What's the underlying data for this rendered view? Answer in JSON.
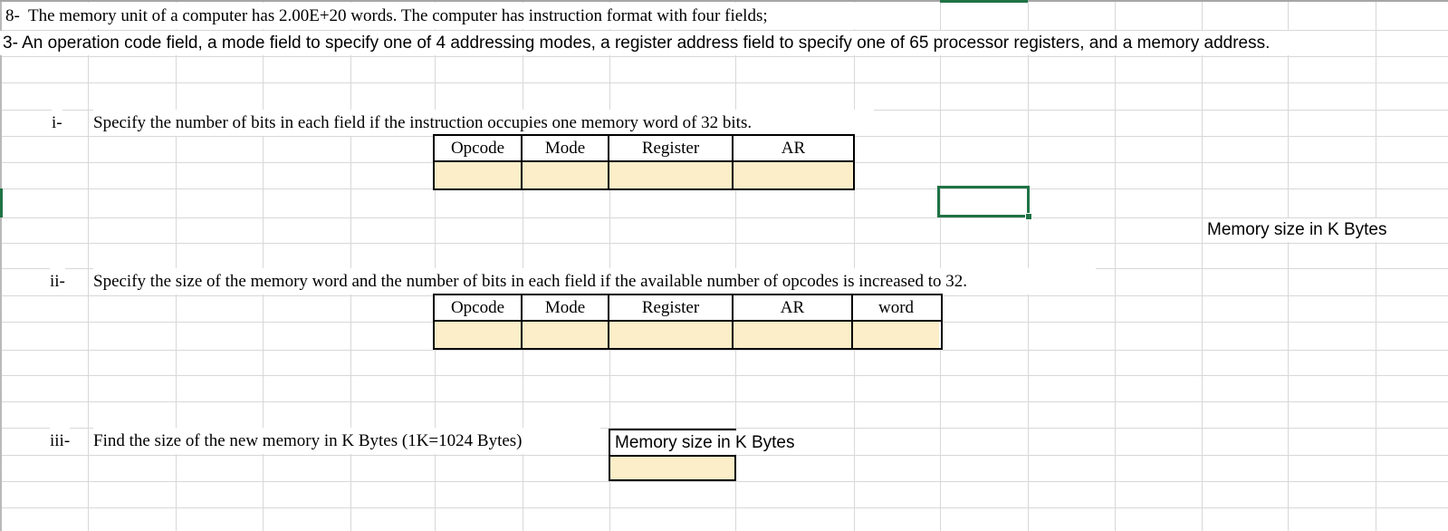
{
  "problem": {
    "line1": "8-  The memory unit of a computer has 2.00E+20 words. The computer has instruction format with four fields;",
    "line2": "3- An operation code field, a mode field to specify one of 4 addressing modes, a register address field to specify one of 65 processor registers, and a memory address."
  },
  "questions": [
    {
      "marker": "i-",
      "text": "Specify the number of bits in each field if the instruction occupies one memory word of 32 bits."
    },
    {
      "marker": "ii-",
      "text": "Specify the size of the memory word and the number of bits in each field if the available number of opcodes is increased to 32."
    },
    {
      "marker": "iii-",
      "text": "Find the size of the new memory in K Bytes (1K=1024 Bytes)"
    }
  ],
  "table1": {
    "headers": [
      "Opcode",
      "Mode",
      "Register",
      "AR"
    ],
    "values": [
      "",
      "",
      "",
      ""
    ]
  },
  "table2": {
    "headers": [
      "Opcode",
      "Mode",
      "Register",
      "AR",
      "word"
    ],
    "values": [
      "",
      "",
      "",
      "",
      ""
    ]
  },
  "labels": {
    "memory_size_side": "Memory size in K Bytes",
    "memory_size_answer": "Memory size in K Bytes"
  },
  "selection": {
    "cell_border_color": "#1f7245"
  },
  "colors": {
    "answer_fill_tan": "#fbeec8",
    "gridline": "#d8d8d8",
    "table_border": "#000000",
    "header_crop_gray": "#a6a6a6"
  }
}
